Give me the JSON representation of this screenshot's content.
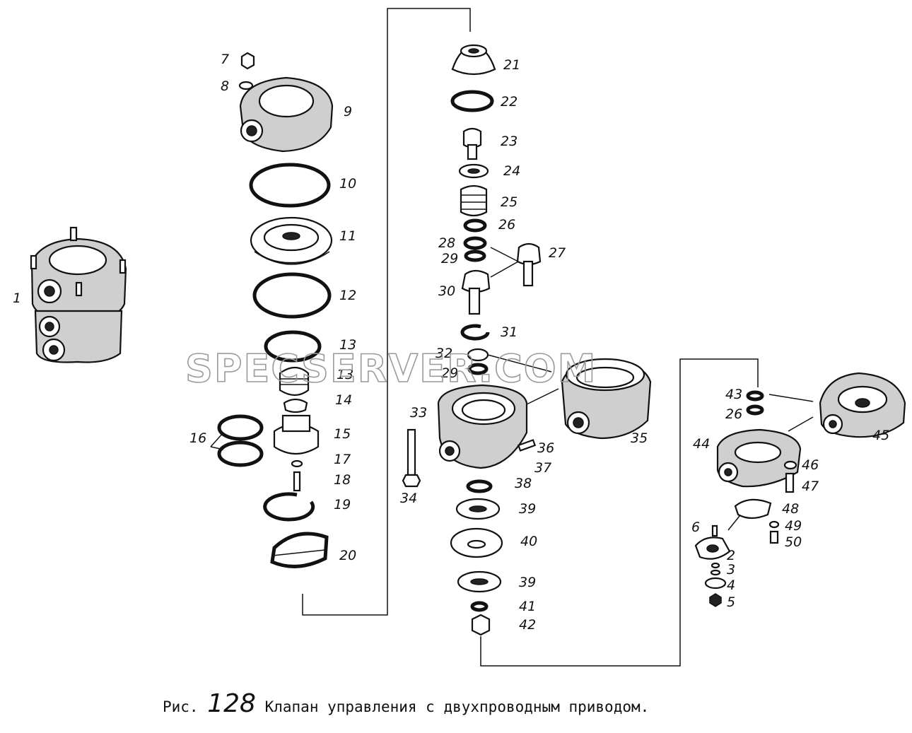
{
  "watermark": "SPECSERVER.COM",
  "caption": {
    "prefix": "Рис.",
    "number": "128",
    "title": "Клапан управления с двухпроводным приводом."
  },
  "labels": [
    "1",
    "2",
    "3",
    "4",
    "5",
    "6",
    "7",
    "8",
    "9",
    "10",
    "11",
    "12",
    "13",
    "13",
    "14",
    "15",
    "16",
    "17",
    "18",
    "19",
    "20",
    "21",
    "22",
    "23",
    "24",
    "25",
    "26",
    "26",
    "27",
    "28",
    "29",
    "29",
    "30",
    "31",
    "32",
    "33",
    "34",
    "35",
    "36",
    "37",
    "38",
    "39",
    "39",
    "40",
    "41",
    "42",
    "43",
    "44",
    "45",
    "46",
    "47",
    "48",
    "49",
    "50"
  ]
}
